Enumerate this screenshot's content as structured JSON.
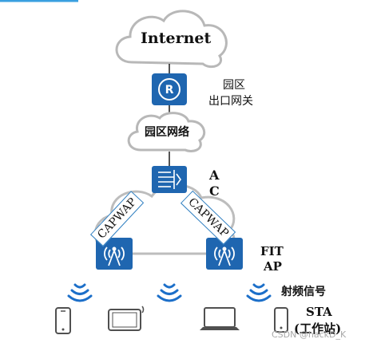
{
  "internet": "Internet",
  "gateway": {
    "line1": "园区",
    "line2": "出口网关"
  },
  "campus_network": "园区网络",
  "ac": {
    "line1": "A",
    "line2": "C"
  },
  "capwap": "CAPWAP",
  "fit_ap": {
    "line1": "FIT",
    "line2": "AP"
  },
  "rf_signal": "射频信号",
  "sta": {
    "line1": "STA",
    "line2": "(工作站)"
  },
  "watermark": "CSDN @hackD_K",
  "colors": {
    "device_blue": "#1f66b0",
    "line": "#1a1a1a",
    "cloud_stroke": "#b8b8b8",
    "wifi_blue": "#1c6fc9",
    "client_gray": "#505050"
  }
}
